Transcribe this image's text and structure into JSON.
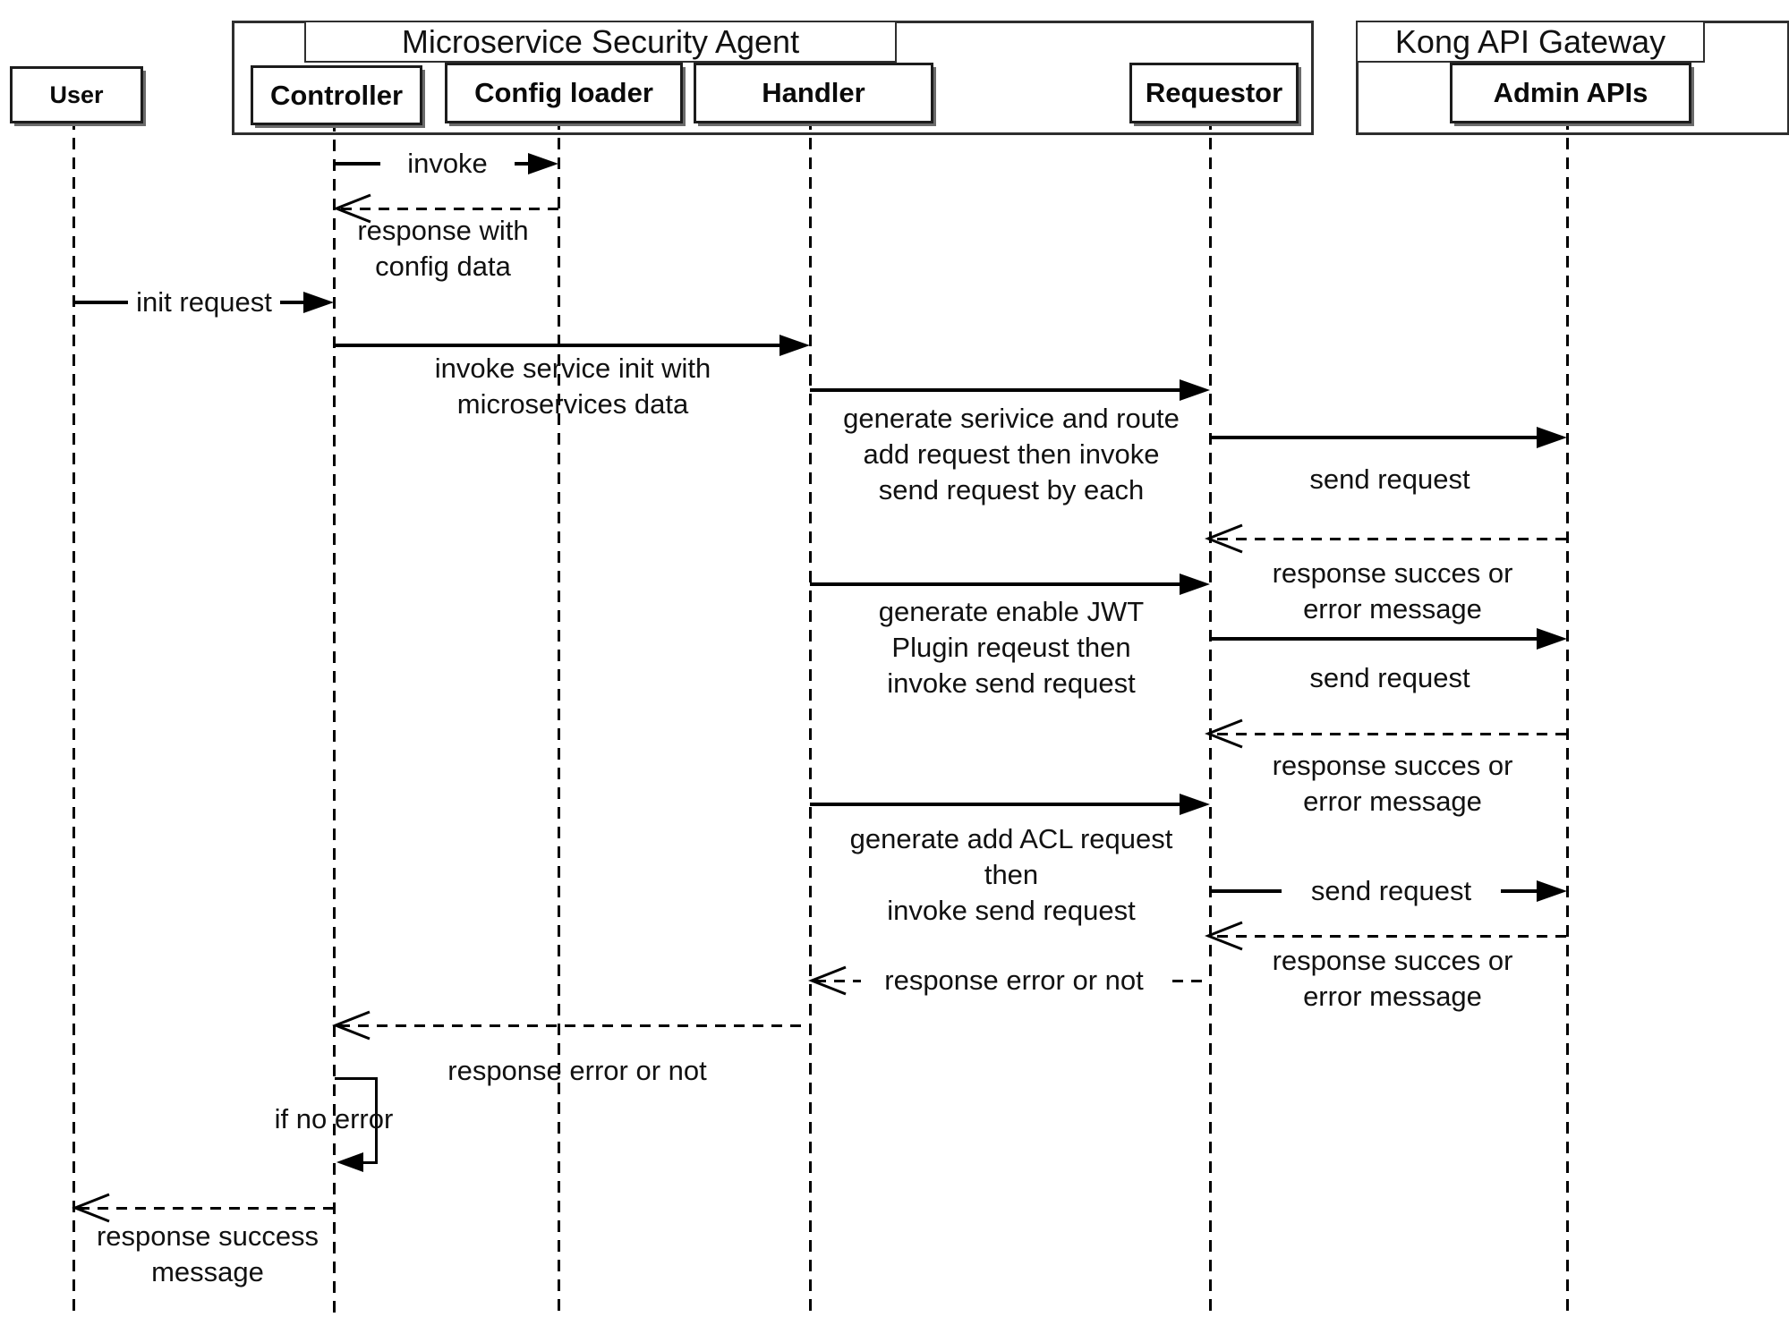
{
  "frames": {
    "msa_title": "Microservice Security Agent",
    "kong_title": "Kong API Gateway"
  },
  "participants": {
    "user": "User",
    "controller": "Controller",
    "config_loader": "Config loader",
    "handler": "Handler",
    "requestor": "Requestor",
    "admin_apis": "Admin APIs"
  },
  "messages": {
    "invoke": "invoke",
    "response_with_config": "response with\nconfig data",
    "init_request": "init request",
    "invoke_service_init": "invoke service init with\nmicroservices data",
    "generate_service_route": "generate serivice and route\nadd request then invoke\nsend request by each",
    "send_request_1": "send request",
    "response_success_or_error_1": "response succes or\nerror message",
    "generate_enable_jwt": "generate enable JWT\nPlugin reqeust then\ninvoke send request",
    "send_request_2": "send request",
    "response_success_or_error_2": "response succes or\nerror message",
    "generate_add_acl": "generate add ACL request\nthen\ninvoke send request",
    "send_request_3": "send request",
    "response_success_or_error_3": "response succes or\nerror message",
    "response_error_or_not_requestor": "response error or not",
    "response_error_or_not_handler": "response error or not",
    "if_no_error": "if no error",
    "response_success_message": "response success\nmessage"
  },
  "colors": {
    "line": "#000000",
    "border": "#2e2e2e",
    "background": "#ffffff"
  }
}
